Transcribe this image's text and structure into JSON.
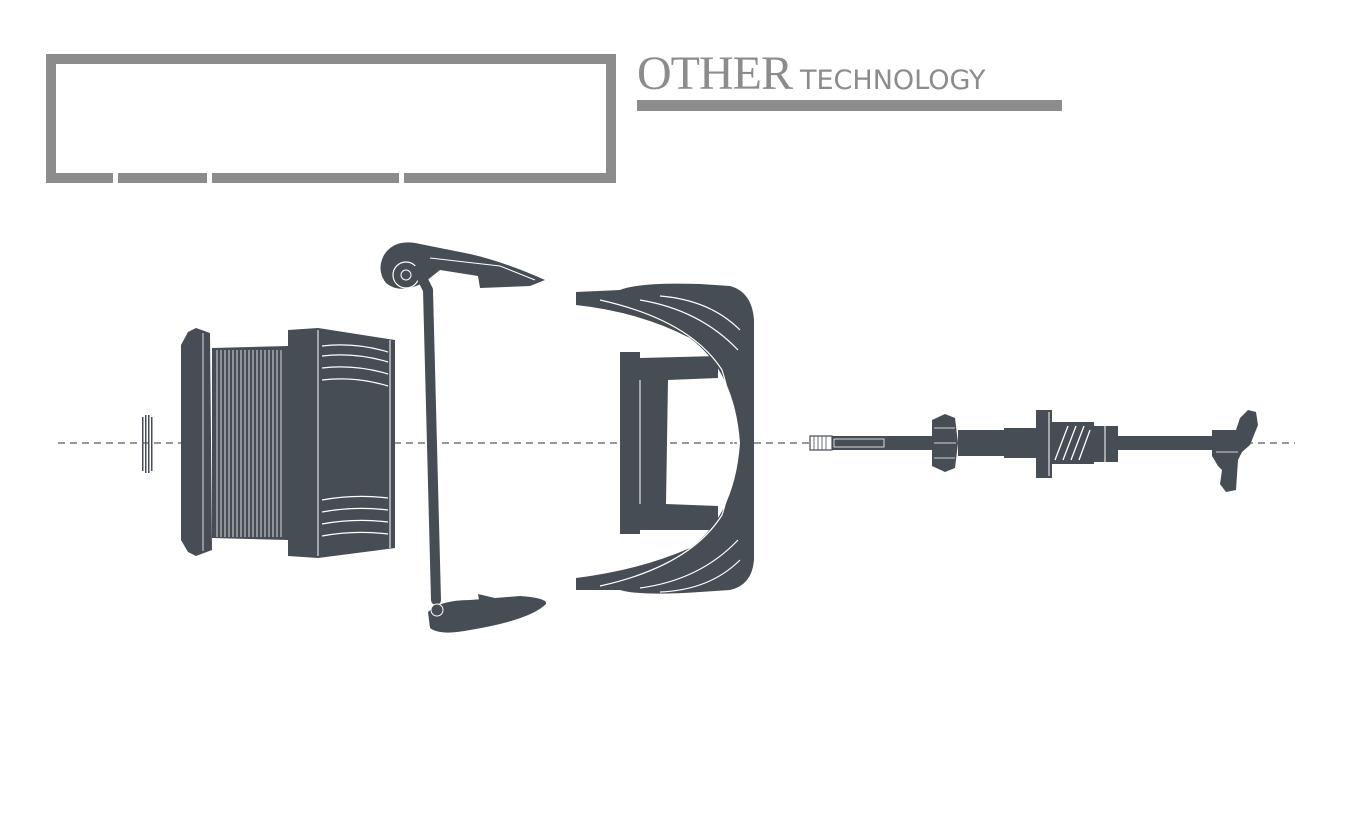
{
  "header": {
    "title_main": "OTHER",
    "title_sub": "TECHNOLOGY"
  },
  "colors": {
    "frame_gray": "#8c8c8c",
    "part_dark": "#474d54",
    "highlight": "#ffffff",
    "axis_line": "#2b2f33"
  },
  "diagram": {
    "parts": [
      "washer",
      "spool",
      "bail-arm",
      "rotor",
      "main-shaft-assembly"
    ]
  }
}
